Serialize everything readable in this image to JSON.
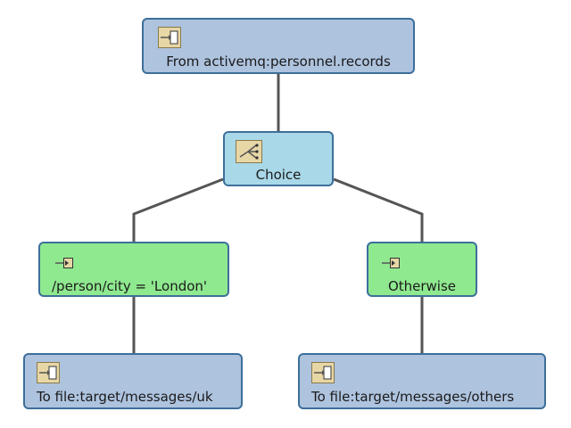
{
  "diagram": {
    "nodes": {
      "from": {
        "label": "From activemq:personnel.records",
        "icon": "endpoint-in-icon"
      },
      "choice": {
        "label": "Choice",
        "icon": "choice-router-icon"
      },
      "when": {
        "label": "/person/city = 'London'",
        "icon": "branch-arrow-icon"
      },
      "otherwise": {
        "label": "Otherwise",
        "icon": "branch-arrow-icon"
      },
      "to_uk": {
        "label": "To file:target/messages/uk",
        "icon": "endpoint-out-icon"
      },
      "to_others": {
        "label": "To file:target/messages/others",
        "icon": "endpoint-out-icon"
      }
    },
    "colors": {
      "endpoint": "#aec3de",
      "choice": "#a9d8e8",
      "branch": "#8fe98f",
      "border": "#3d6f9a",
      "connector": "#555555"
    }
  }
}
